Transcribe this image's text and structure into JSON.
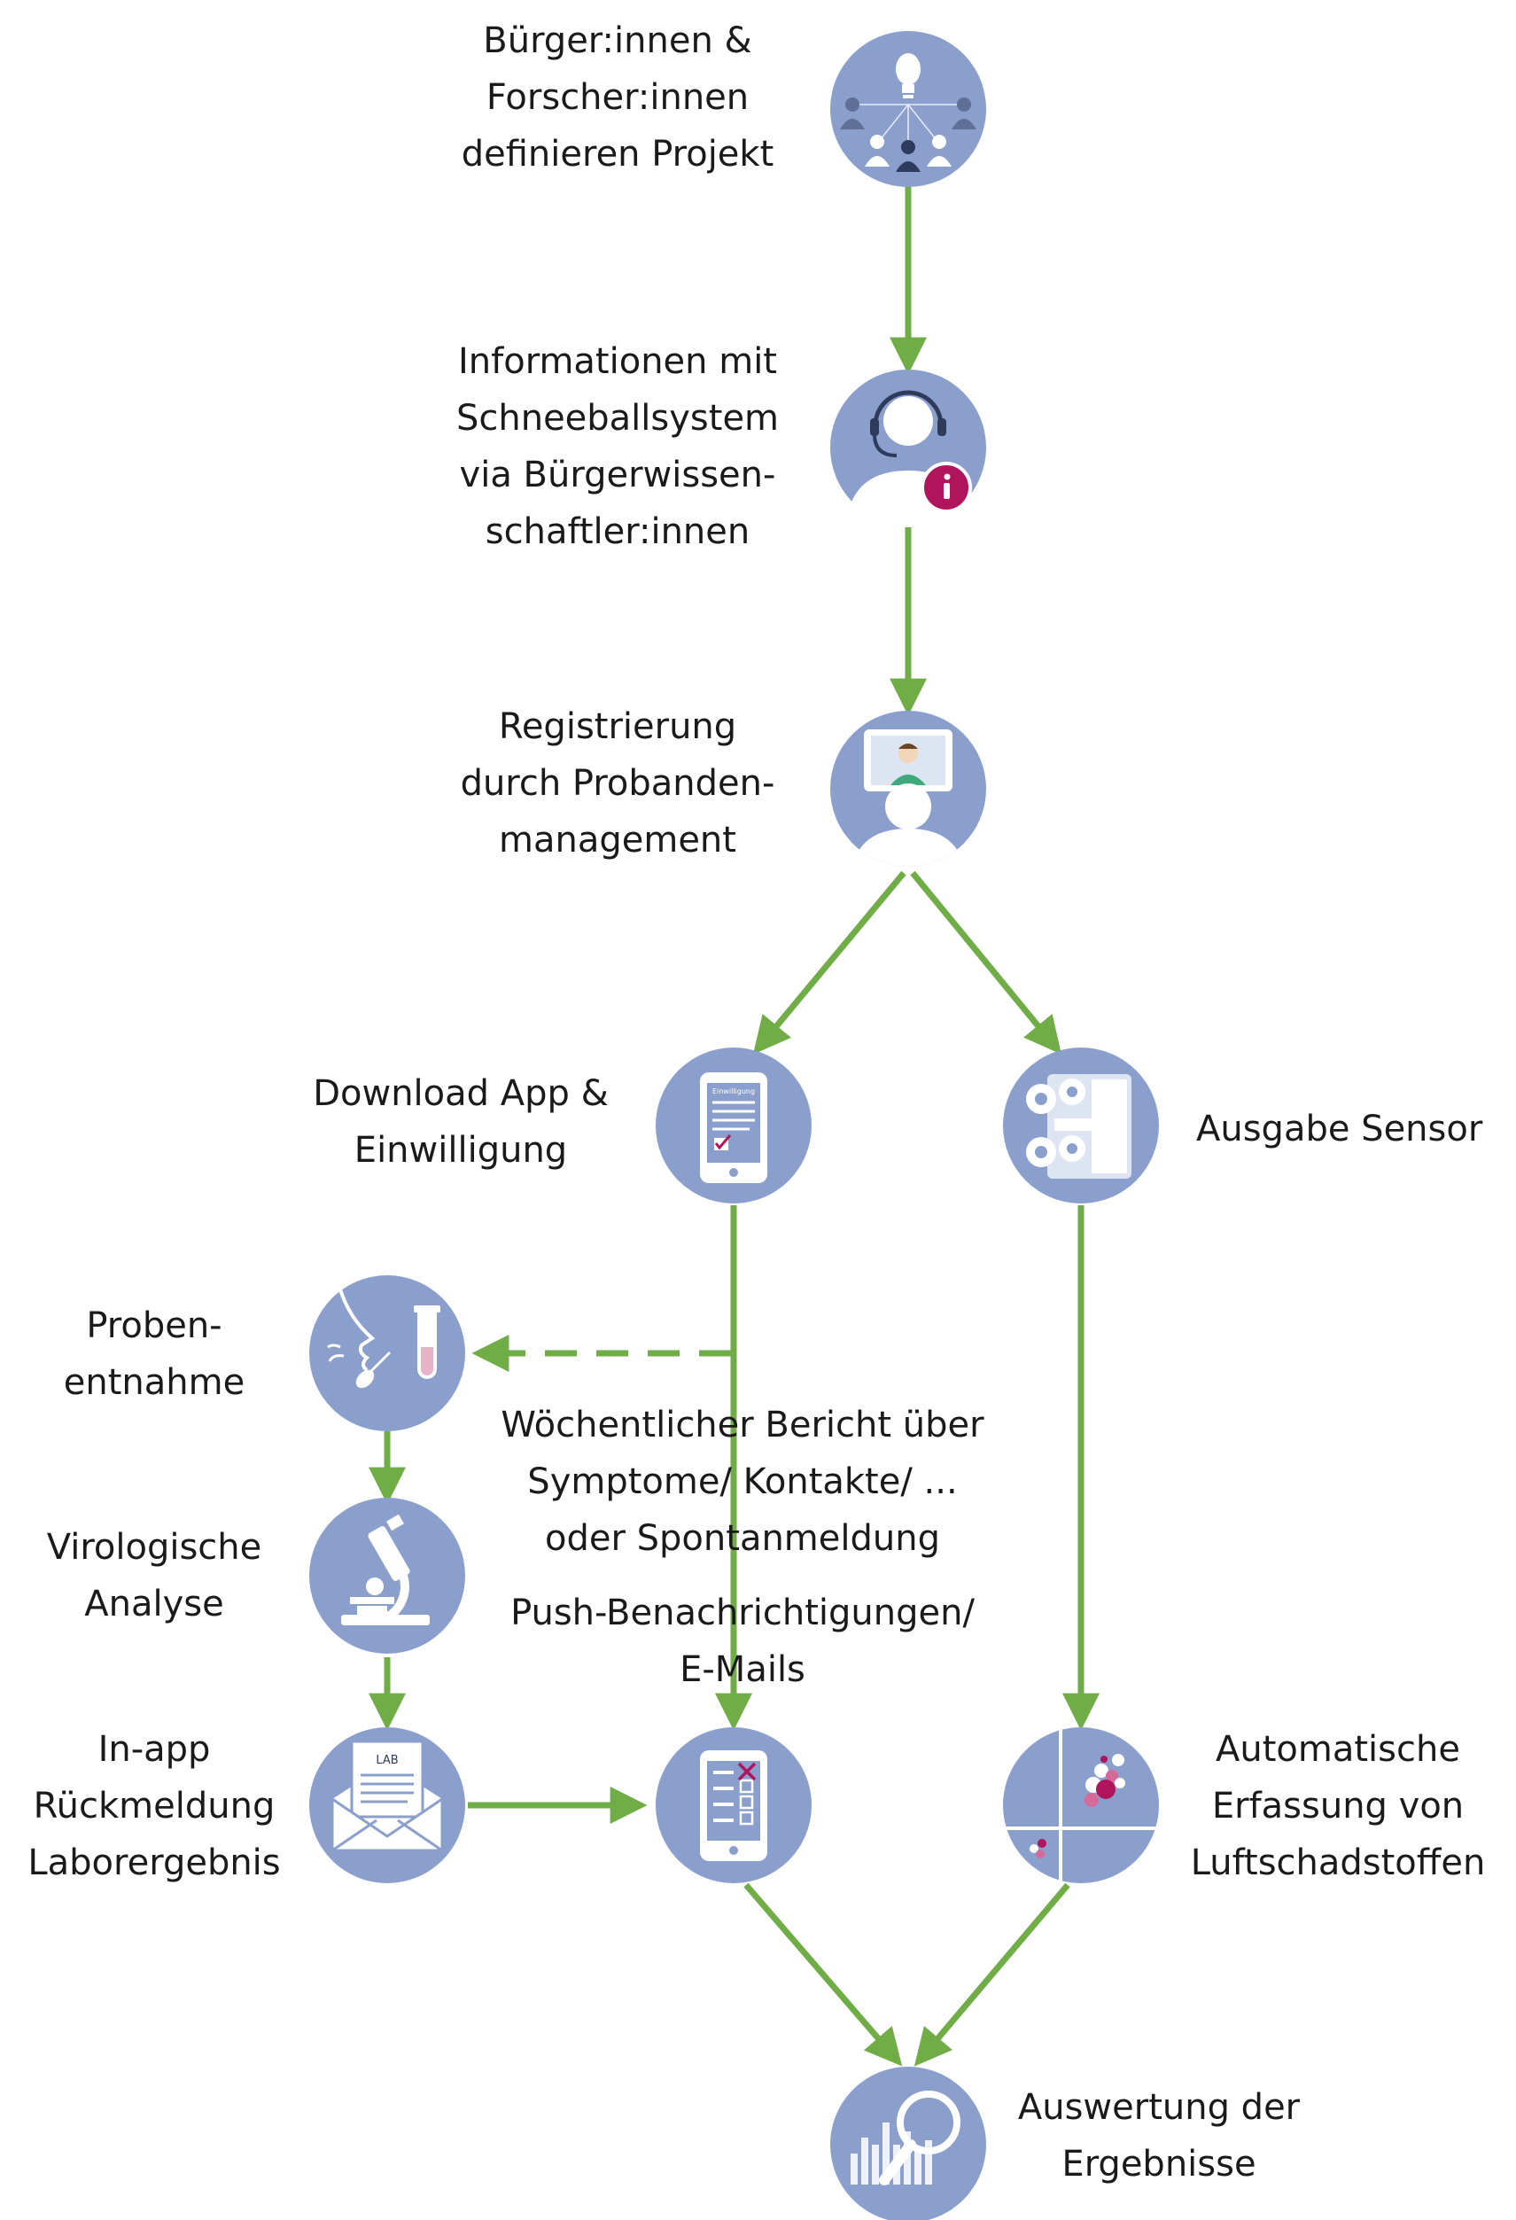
{
  "colors": {
    "node": "#8a9fcc",
    "arrow": "#70ad47",
    "glyph": "#ffffff",
    "glyph_dark": "#2f3b5c",
    "accent": "#b0145c",
    "text": "#1a1a1a"
  },
  "nodes": {
    "projekt": {
      "icon": "people-network-icon",
      "lines": [
        "Bürger:innen &",
        "Forscher:innen",
        "definieren Projekt"
      ]
    },
    "information": {
      "icon": "headset-info-icon",
      "lines": [
        "Informationen mit",
        "Schneeballsystem",
        "via Bürgerwissen-",
        "schaftler:innen"
      ]
    },
    "registrierung": {
      "icon": "video-call-icon",
      "lines": [
        "Registrierung",
        "durch Probanden-",
        "management"
      ]
    },
    "download": {
      "icon": "phone-consent-icon",
      "lines": [
        "Download App &",
        "Einwilligung"
      ],
      "phone_title": "Einwilligung"
    },
    "sensor": {
      "icon": "sensor-device-icon",
      "lines": [
        "Ausgabe Sensor"
      ]
    },
    "probenentnahme": {
      "icon": "swab-test-icon",
      "lines": [
        "Proben-",
        "entnahme"
      ]
    },
    "analyse": {
      "icon": "microscope-icon",
      "lines": [
        "Virologische",
        "Analyse"
      ]
    },
    "rueckmeldung": {
      "icon": "lab-mail-icon",
      "lines": [
        "In-app",
        "Rückmeldung",
        "Laborergebnis"
      ],
      "envelope_tag": "LAB"
    },
    "bericht": {
      "icon": "phone-checklist-icon"
    },
    "erfassung": {
      "icon": "scatter-plot-icon",
      "lines": [
        "Automatische",
        "Erfassung von",
        "Luftschadstoffen"
      ]
    },
    "auswertung": {
      "icon": "magnifier-chart-icon",
      "lines": [
        "Auswertung der",
        "Ergebnisse"
      ]
    }
  },
  "center_text": {
    "bericht": [
      "Wöchentlicher Bericht über",
      "Symptome/ Kontakte/ ...",
      "oder Spontanmeldung"
    ],
    "push": [
      "Push-Benachrichtigungen/",
      "E-Mails"
    ]
  }
}
